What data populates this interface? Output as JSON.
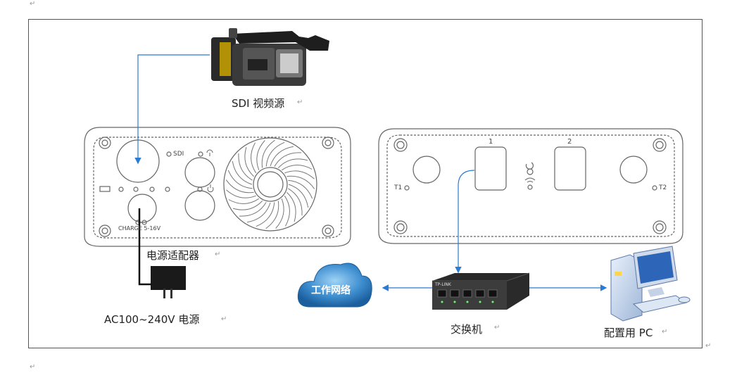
{
  "labels": {
    "video_source": "SDI 视频源",
    "power_adapter": "电源适配器",
    "power_ac": "AC100~240V 电源",
    "switch": "交换机",
    "network": "工作网络",
    "config_pc": "配置用 PC"
  },
  "device_left": {
    "sdi": "SDI",
    "charge": "CHARGE 5-16V"
  },
  "device_right": {
    "port1": "1",
    "port2": "2",
    "ant1": "T1",
    "ant2": "T2"
  },
  "switch_brand": "TP-LINK",
  "para_mark": "↵"
}
